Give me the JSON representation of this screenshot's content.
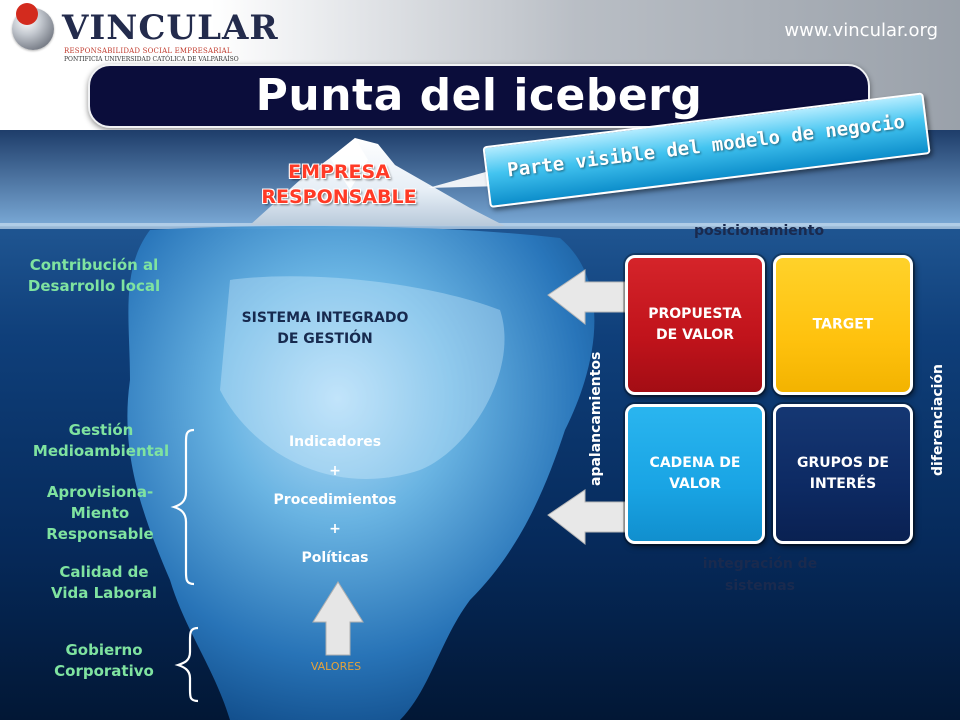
{
  "header": {
    "logo_name": "VINCULAR",
    "logo_tagline": "RESPONSABILIDAD SOCIAL EMPRESARIAL",
    "logo_university": "PONTIFICIA UNIVERSIDAD CATÓLICA DE VALPARAÍSO",
    "url": "www.vincular.org",
    "title": "Punta del iceberg"
  },
  "iceberg": {
    "tip_label_line1": "EMPRESA",
    "tip_label_line2": "RESPONSABLE",
    "system_line1": "SISTEMA INTEGRADO",
    "system_line2": "DE GESTIÓN",
    "stack": [
      "Indicadores",
      "+",
      "Procedimientos",
      "+",
      "Políticas"
    ],
    "values_label": "VALORES"
  },
  "callout": {
    "text": "Parte visible del modelo de negocio"
  },
  "left_labels": {
    "contribucion": [
      "Contribución al",
      "Desarrollo local"
    ],
    "gestion": [
      "Gestión",
      "Medioambiental"
    ],
    "aprovisionamiento": [
      "Aprovisiona-",
      "Miento",
      "Responsable"
    ],
    "calidad": [
      "Calidad de",
      "Vida Laboral"
    ],
    "gobierno": [
      "Gobierno",
      "Corporativo"
    ]
  },
  "matrix": {
    "top_axis": "posicionamiento",
    "right_axis": "diferenciación",
    "left_axis": "apalancamientos",
    "bottom_axis_line1": "integración de",
    "bottom_axis_line2": "sistemas",
    "boxes": {
      "propuesta": [
        "PROPUESTA",
        "DE VALOR"
      ],
      "target": [
        "TARGET"
      ],
      "cadena": [
        "CADENA DE",
        "VALOR"
      ],
      "grupos": [
        "GRUPOS DE",
        "INTERÉS"
      ]
    }
  },
  "colors": {
    "title_bar": "#0b0d3b",
    "red_box": "#c0131b",
    "yellow_box": "#ffc20e",
    "cyan_box": "#19a4e4",
    "navy_box": "#0d2a63",
    "label_green": "#7fe3a0",
    "tip_label": "#ff3a26",
    "values": "#e8a33a"
  },
  "icons": [
    "logo-globe-icon",
    "arrow-left-icon",
    "arrow-up-icon",
    "curly-brace-icon"
  ]
}
